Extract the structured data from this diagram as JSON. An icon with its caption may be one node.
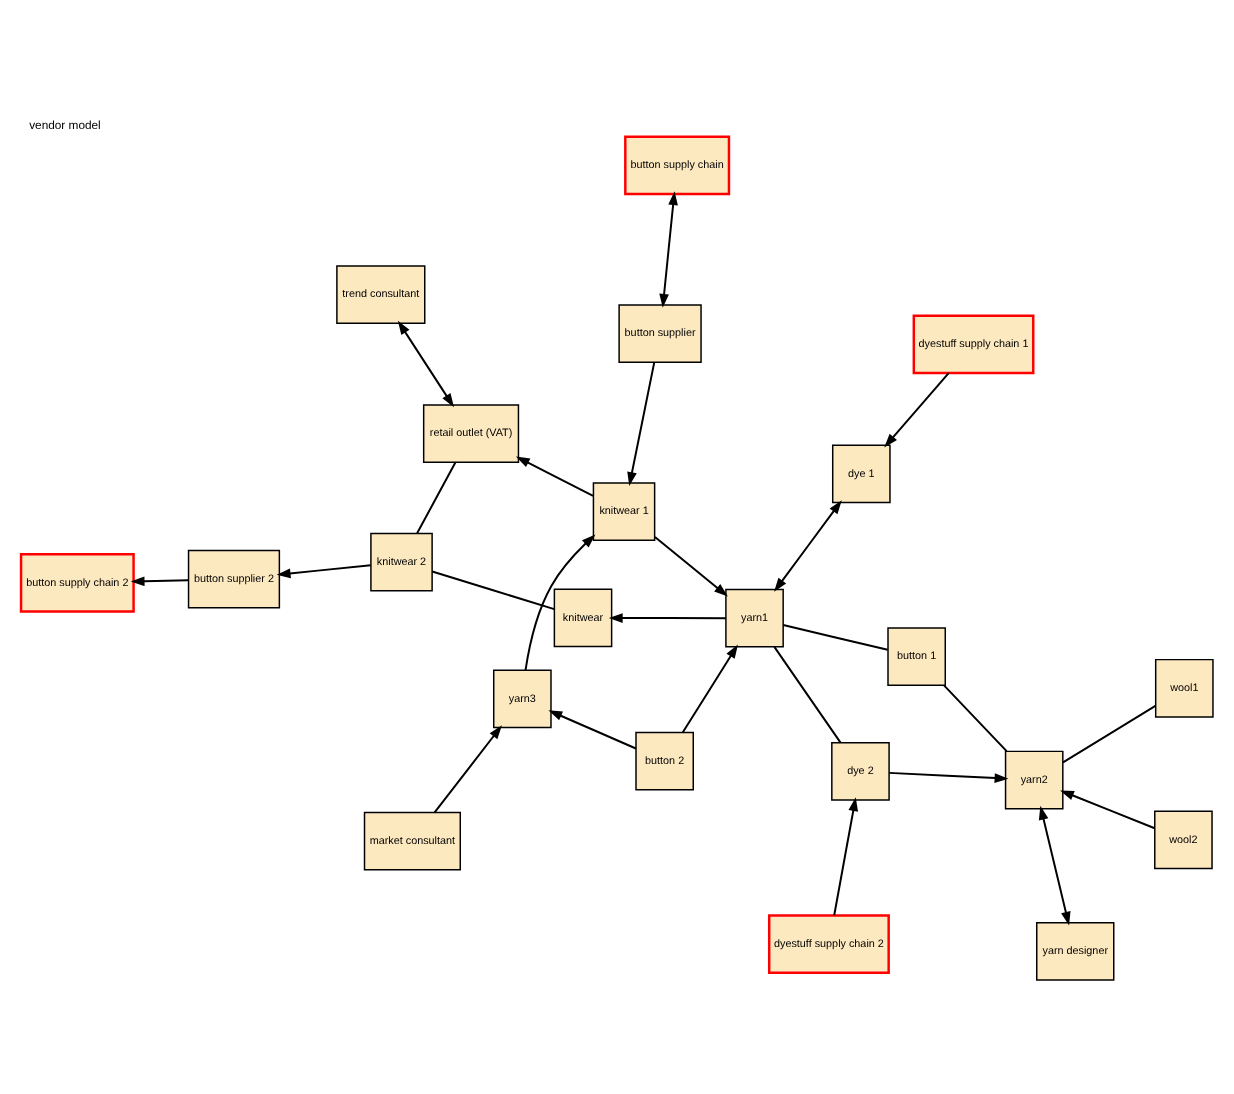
{
  "diagram": {
    "title": "vendor model",
    "nodes": [
      {
        "text": [
          "dyestuff supply chain 2"
        ]
      },
      {
        "text": [
          "dye 2"
        ]
      },
      {
        "text": [
          "button 2"
        ]
      },
      {
        "text": [
          "wool1"
        ]
      },
      {
        "text": [
          "wool2"
        ]
      },
      {
        "text": [
          "yarn3"
        ]
      },
      {
        "text": [
          "market consultant"
        ]
      },
      {
        "text": [
          "yarn2"
        ]
      },
      {
        "text": [
          "yarn1"
        ]
      },
      {
        "text": [
          "yarn designer"
        ]
      },
      {
        "text": [
          "button 1"
        ]
      },
      {
        "text": [
          "knitwear 1"
        ]
      },
      {
        "text": [
          "button supplier"
        ]
      },
      {
        "text": [
          "button supply chain"
        ]
      },
      {
        "text": [
          "knitwear"
        ]
      },
      {
        "text": [
          "knitwear 2"
        ]
      },
      {
        "text": [
          "retail outlet (VAT)"
        ]
      },
      {
        "text": [
          "dye 1"
        ]
      },
      {
        "text": [
          "button supplier 2"
        ]
      },
      {
        "text": [
          "trend consultant"
        ]
      },
      {
        "text": [
          "dyestuff supply chain 1"
        ]
      },
      {
        "text": [
          "button supply chain 2"
        ]
      }
    ],
    "edges": [
      {
        "from": 0,
        "to": 1,
        "arrow": "to"
      },
      {
        "from": 1,
        "to": 8,
        "arrow": "none"
      },
      {
        "from": 1,
        "to": 7,
        "arrow": "to"
      },
      {
        "from": 2,
        "to": 8,
        "arrow": "to"
      },
      {
        "from": 2,
        "to": 5,
        "arrow": "to"
      },
      {
        "from": 3,
        "to": 7,
        "arrow": "none"
      },
      {
        "from": 4,
        "to": 7,
        "arrow": "to"
      },
      {
        "from": 6,
        "to": 5,
        "arrow": "to"
      },
      {
        "from": 7,
        "to": 9,
        "arrow": "both"
      },
      {
        "from": 7,
        "to": 10,
        "arrow": "none"
      },
      {
        "from": 10,
        "to": 8,
        "arrow": "none"
      },
      {
        "from": 11,
        "to": 8,
        "arrow": "to"
      },
      {
        "from": 5,
        "to": 11,
        "arrow": "to"
      },
      {
        "from": 12,
        "to": 11,
        "arrow": "to"
      },
      {
        "from": 12,
        "to": 13,
        "arrow": "both"
      },
      {
        "from": 8,
        "to": 14,
        "arrow": "to"
      },
      {
        "from": 17,
        "to": 8,
        "arrow": "both"
      },
      {
        "from": 14,
        "to": 15,
        "arrow": "none"
      },
      {
        "from": 15,
        "to": 18,
        "arrow": "to"
      },
      {
        "from": 11,
        "to": 16,
        "arrow": "to"
      },
      {
        "from": 15,
        "to": 16,
        "arrow": "none"
      },
      {
        "from": 16,
        "to": 19,
        "arrow": "both"
      },
      {
        "from": 18,
        "to": 21,
        "arrow": "to"
      },
      {
        "from": 20,
        "to": 17,
        "arrow": "to"
      }
    ]
  }
}
